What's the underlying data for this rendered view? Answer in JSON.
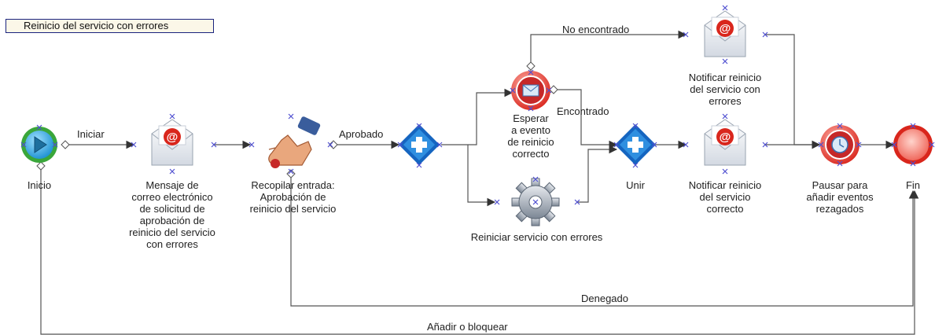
{
  "title": "Reinicio del servicio con errores",
  "nodes": {
    "start": "Inicio",
    "email_request": "Mensaje de\ncorreo electrónico\nde solicitud de\naprobación de\nreinicio del servicio\ncon errores",
    "collect_input": "Recopilar entrada:\nAprobación de\nreinicio del servicio",
    "wait_event": "Esperar\na evento\nde reinicio\ncorrecto",
    "restart_service": "Reiniciar servicio con errores",
    "join": "Unir",
    "notify_error": "Notificar reinicio\ndel servicio con\nerrores",
    "notify_ok": "Notificar reinicio\ndel servicio\ncorrecto",
    "pause": "Pausar para\nañadir eventos\nrezagados",
    "end": "Fin"
  },
  "edges": {
    "start_label": "Iniciar",
    "approved": "Aprobado",
    "not_found": "No encontrado",
    "found": "Encontrado",
    "denied": "Denegado",
    "add_or_block": "Añadir o bloquear"
  },
  "colors": {
    "flow_line": "#555555",
    "start_fill": "#3cb3e6",
    "start_ring": "#3aa63a",
    "event_ring": "#d9261c",
    "gateway": "#1565c0",
    "marker": "#5050d0",
    "title_bg": "#fbf7e8",
    "title_border": "#1a237e"
  },
  "icons": [
    "play-icon",
    "email-at-icon",
    "hand-input-icon",
    "gear-icon",
    "envelope-icon",
    "clock-icon",
    "plus-icon"
  ]
}
